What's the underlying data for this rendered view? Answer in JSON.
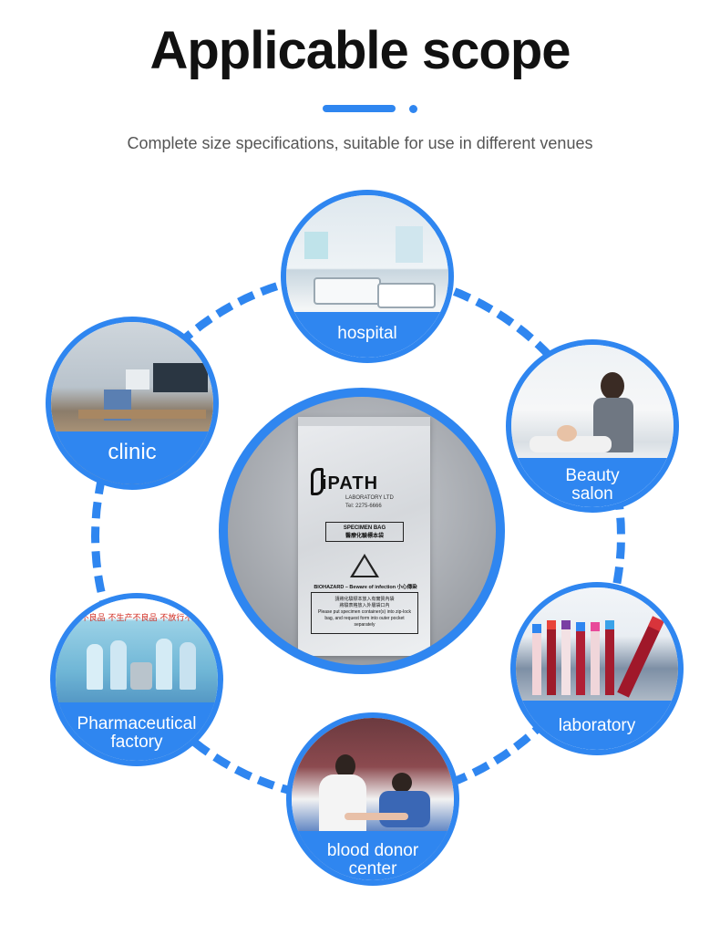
{
  "header": {
    "title": "Applicable scope",
    "subtitle": "Complete size specifications, suitable for use in different venues"
  },
  "colors": {
    "accent": "#2f86f0",
    "title": "#111111",
    "subtitle": "#555555"
  },
  "center_product": {
    "logo_text": "iPATH",
    "logo_sub": "LABORATORY LTD",
    "phone": "Tel: 2275-6666",
    "box_line1": "SPECIMEN BAG",
    "box_line2": "醫療化驗標本袋",
    "warning": "BIOHAZARD – Beware of infection 小心傳染",
    "note_line1": "請將化驗標本放入有實質內袋",
    "note_line2": "將驗表格放入外層袋口內",
    "note_line3": "Please put specimen container(s) into zip-lock bag, and request form into outer pocket separately"
  },
  "venues": [
    {
      "id": "hospital",
      "label_lines": [
        "hospital"
      ],
      "icon": "hospital-ward-photo"
    },
    {
      "id": "clinic",
      "label_lines": [
        "clinic"
      ],
      "icon": "clinic-office-photo"
    },
    {
      "id": "beauty",
      "label_lines": [
        "Beauty",
        "salon"
      ],
      "icon": "beauty-salon-photo"
    },
    {
      "id": "pharma",
      "label_lines": [
        "Pharmaceutical",
        "factory"
      ],
      "icon": "pharmaceutical-factory-photo",
      "banner_text": "不良品 不生产不良品 不放行不"
    },
    {
      "id": "lab",
      "label_lines": [
        "laboratory"
      ],
      "icon": "blood-sample-tubes-photo"
    },
    {
      "id": "donor",
      "label_lines": [
        "blood donor",
        "center"
      ],
      "icon": "blood-donation-photo"
    }
  ]
}
